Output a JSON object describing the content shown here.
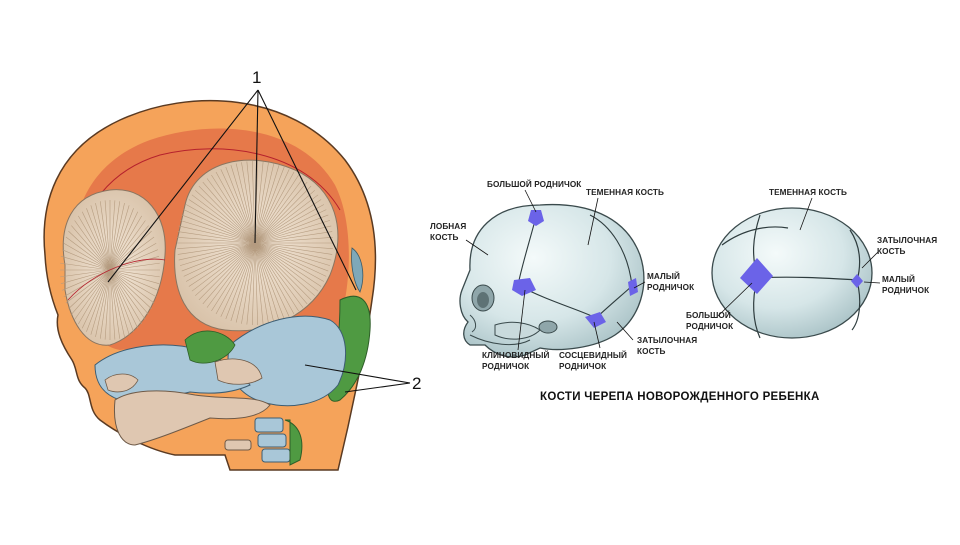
{
  "colors": {
    "head_orange": "#f5a35a",
    "cranial_red": "#e6794a",
    "fontanelle_cream": "#ead9c4",
    "bone_blue": "#a9c7d8",
    "bone_beige": "#dfc7b1",
    "green_tissue": "#4f9a42",
    "skull_bone": "#d6e6e8",
    "fontanelle_violet": "#6b63e8"
  },
  "left_figure": {
    "marker_1": "1",
    "marker_2": "2"
  },
  "right_figure": {
    "caption": "КОСТИ ЧЕРЕПА НОВОРОЖДЕННОГО РЕБЕНКА",
    "side_view": {
      "anterior_fontanelle": "БОЛЬШОЙ РОДНИЧОК",
      "parietal_bone": "ТЕМЕННАЯ КОСТЬ",
      "frontal_bone_line1": "ЛОБНАЯ",
      "frontal_bone_line2": "КОСТЬ",
      "posterior_fontanelle_line1": "МАЛЫЙ",
      "posterior_fontanelle_line2": "РОДНИЧОК",
      "occipital_bone_line1": "ЗАТЫЛОЧНАЯ",
      "occipital_bone_line2": "КОСТЬ",
      "sphenoid_fontanelle_line1": "КЛИНОВИДНЫЙ",
      "sphenoid_fontanelle_line2": "РОДНИЧОК",
      "mastoid_fontanelle_line1": "СОСЦЕВИДНЫЙ",
      "mastoid_fontanelle_line2": "РОДНИЧОК"
    },
    "top_view": {
      "parietal_bone": "ТЕМЕННАЯ КОСТЬ",
      "occipital_bone_line1": "ЗАТЫЛОЧНАЯ",
      "occipital_bone_line2": "КОСТЬ",
      "posterior_fontanelle_line1": "МАЛЫЙ",
      "posterior_fontanelle_line2": "РОДНИЧОК",
      "anterior_fontanelle_line1": "БОЛЬШОЙ",
      "anterior_fontanelle_line2": "РОДНИЧОК"
    }
  }
}
